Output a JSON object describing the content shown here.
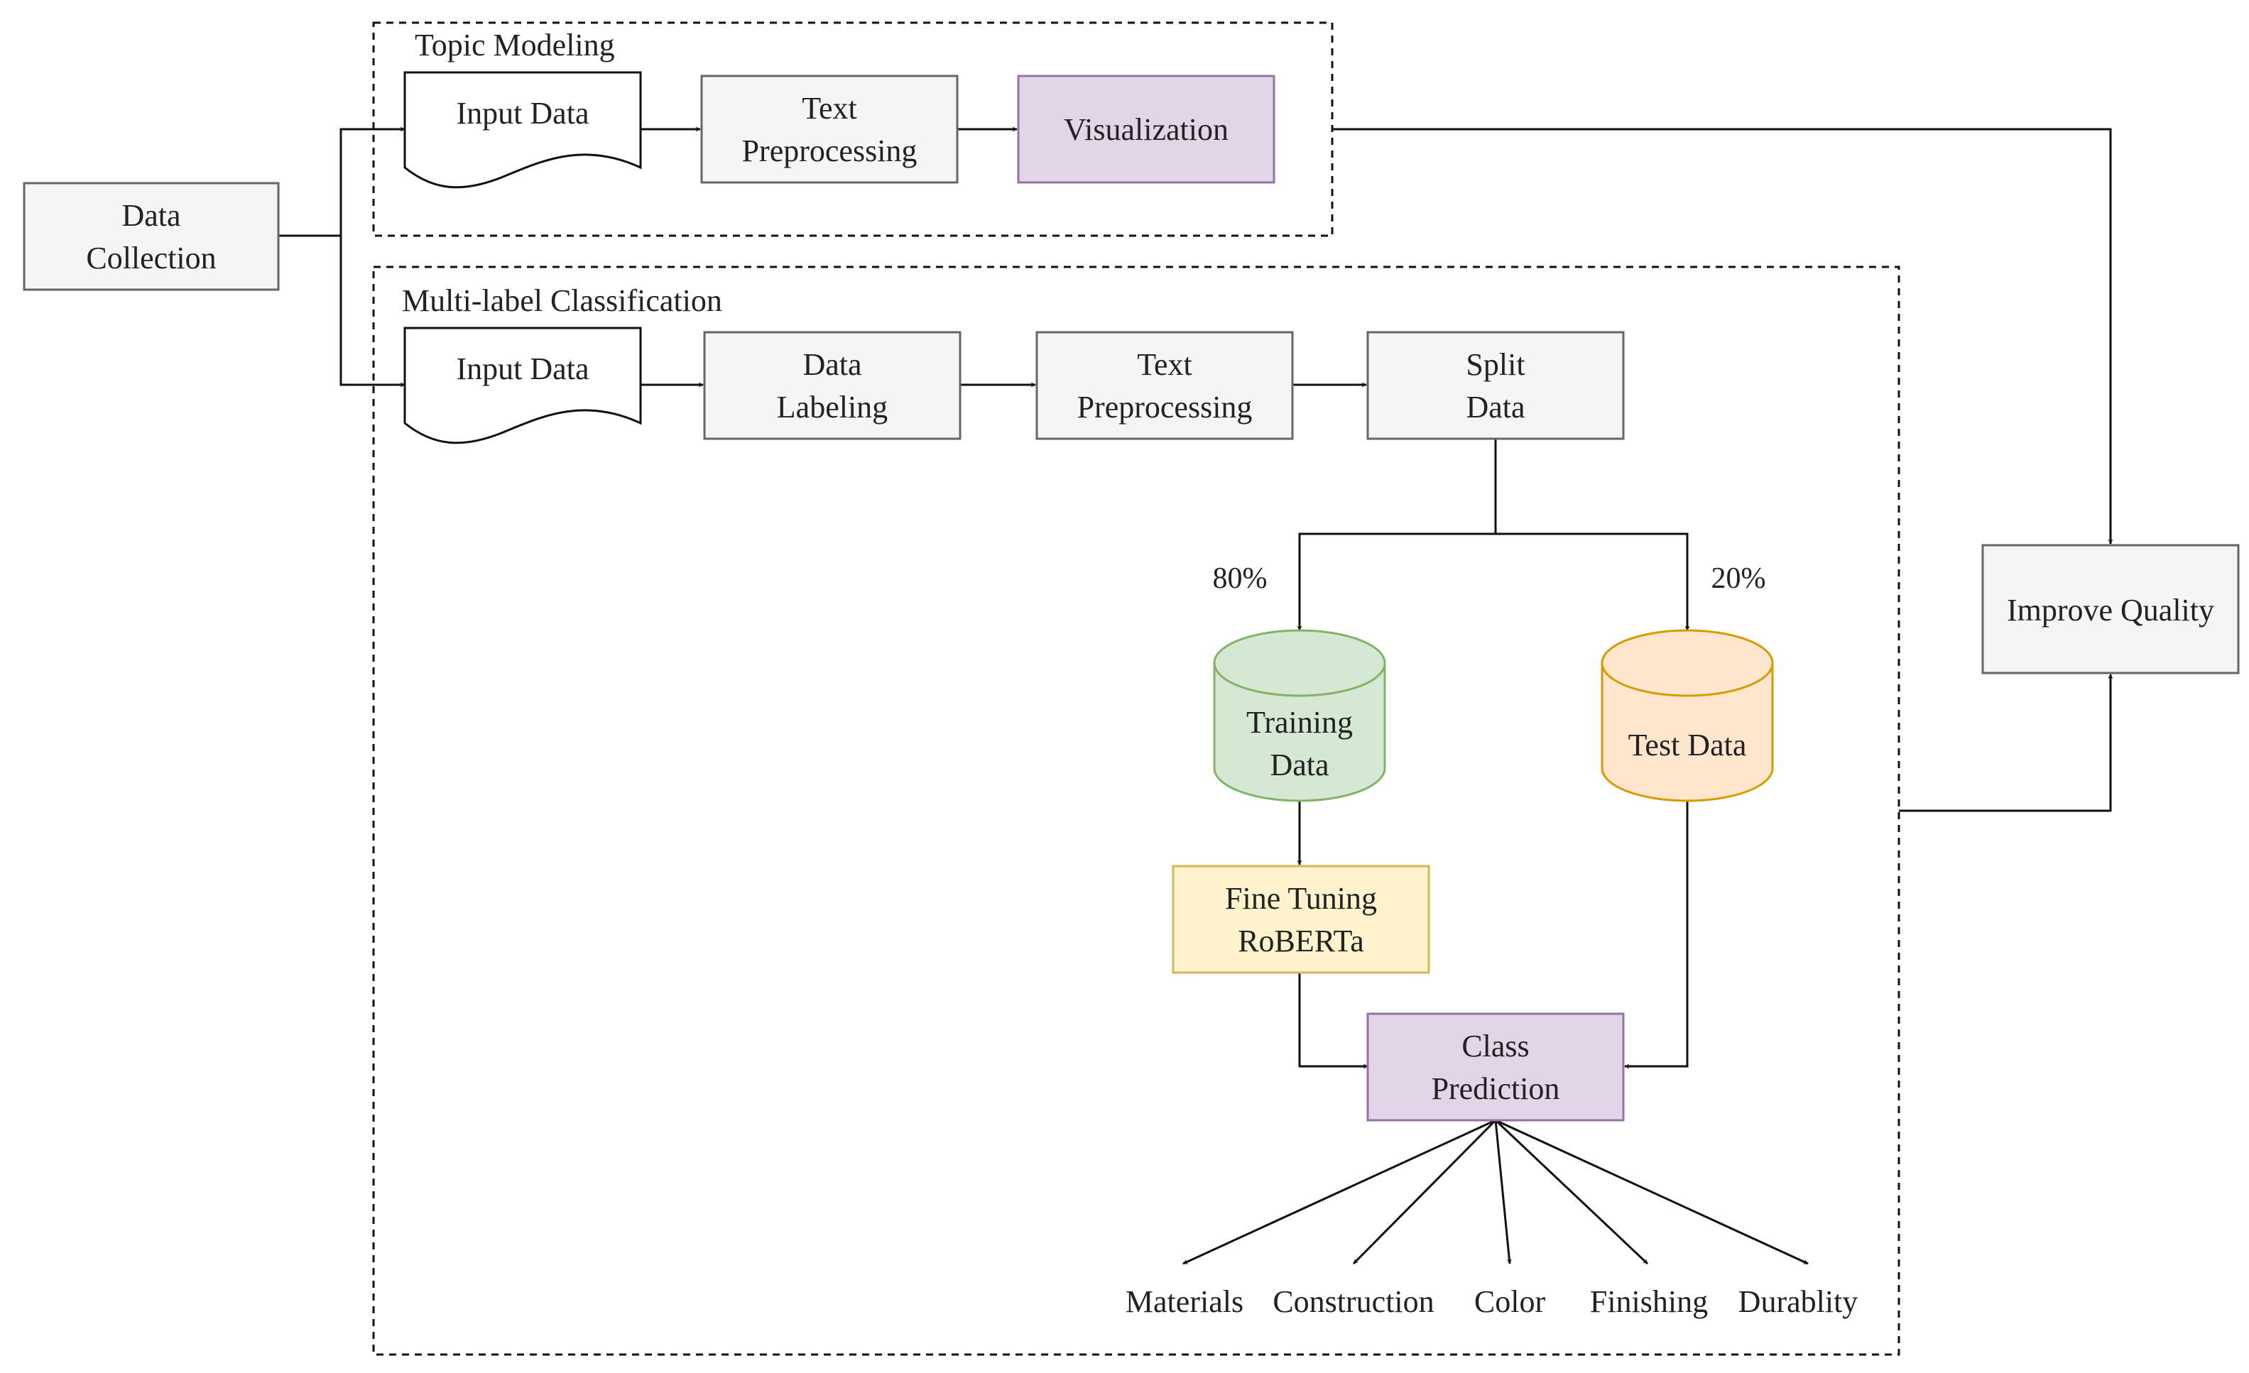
{
  "groups": {
    "topic_modeling": "Topic Modeling",
    "multi_label": "Multi-label Classification"
  },
  "nodes": {
    "data_collection": [
      "Data",
      "Collection"
    ],
    "tm_input": [
      "Input Data"
    ],
    "tm_preprocess": [
      "Text",
      "Preprocessing"
    ],
    "tm_visualization": [
      "Visualization"
    ],
    "ml_input": [
      "Input Data"
    ],
    "ml_labeling": [
      "Data",
      "Labeling"
    ],
    "ml_preprocess": [
      "Text",
      "Preprocessing"
    ],
    "ml_split": [
      "Split",
      "Data"
    ],
    "training_data": [
      "Training",
      "Data"
    ],
    "test_data": [
      "Test Data"
    ],
    "fine_tuning": [
      "Fine Tuning",
      "RoBERTa"
    ],
    "class_prediction": [
      "Class",
      "Prediction"
    ],
    "improve_quality": [
      "Improve Quality"
    ]
  },
  "edge_labels": {
    "train_split": "80%",
    "test_split": "20%"
  },
  "classes": [
    "Materials",
    "Construction",
    "Color",
    "Finishing",
    "Durablity"
  ],
  "colors": {
    "gray_fill": "#f5f5f5",
    "gray_stroke": "#666666",
    "purple_fill": "#e1d5e7",
    "purple_stroke": "#9673a6",
    "green_fill": "#d5e8d4",
    "green_stroke": "#82b366",
    "orange_fill": "#ffe6cc",
    "orange_stroke": "#d79b00",
    "yellow_fill": "#fff2cc",
    "yellow_stroke": "#d6b656"
  }
}
